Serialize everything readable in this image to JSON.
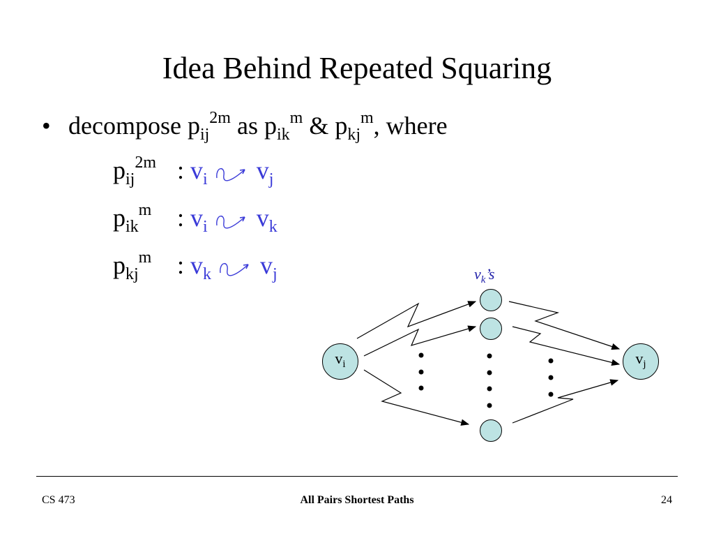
{
  "slide": {
    "title": "Idea Behind Repeated Squaring",
    "bullet": {
      "glyph": "•",
      "text_1": "decompose p",
      "sub_ij": "ij",
      "sup_2m": "2m",
      "text_2": " as p",
      "sub_ik": "ik",
      "sup_m": "m",
      "text_3": " & p",
      "sub_kj": "kj",
      "sup_m2": "m",
      "text_4": ", where"
    },
    "definitions": [
      {
        "p_sub": "ij",
        "p_sup": "2m",
        "colon": ":",
        "from_v": "v",
        "from_sub": "i",
        "to_v": "v",
        "to_sub": "j"
      },
      {
        "p_sub": "ik",
        "p_sup": "m",
        "colon": ":",
        "from_v": "v",
        "from_sub": "i",
        "to_v": "v",
        "to_sub": "k"
      },
      {
        "p_sub": "kj",
        "p_sup": "m",
        "colon": ":",
        "from_v": "v",
        "from_sub": "k",
        "to_v": "v",
        "to_sub": "j"
      }
    ],
    "p_letter": "p",
    "diagram": {
      "vks_label_v": "v",
      "vks_label_sub": "k",
      "vks_label_rest": "’s",
      "left_node": {
        "v": "v",
        "sub": "i"
      },
      "right_node": {
        "v": "v",
        "sub": "j"
      }
    },
    "footer": {
      "left": "CS 473",
      "center": "All Pairs Shortest Paths",
      "right": "24"
    },
    "colors": {
      "accent_blue": "#3a3ad8",
      "node_fill": "#bde3e3"
    }
  }
}
